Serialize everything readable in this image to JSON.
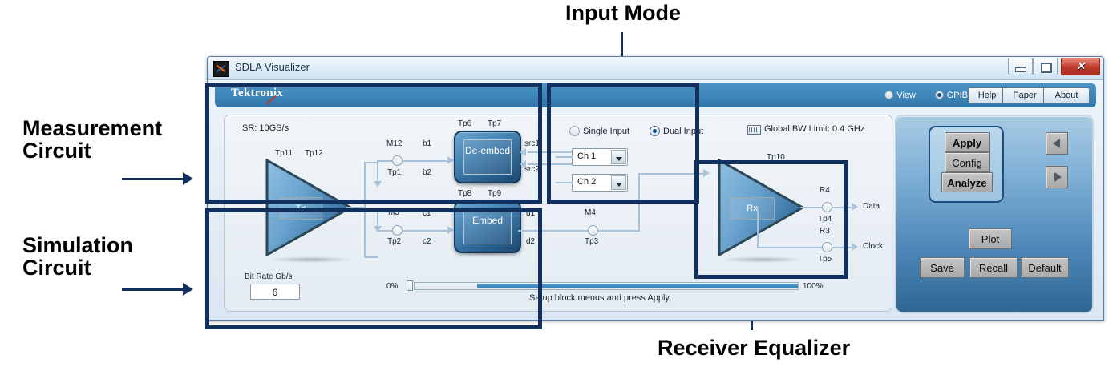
{
  "annotations": {
    "measurement": "Measurement\nCircuit",
    "simulation": "Simulation\nCircuit",
    "input_mode": "Input Mode",
    "receiver_equalizer": "Receiver Equalizer"
  },
  "window": {
    "title": "SDLA Visualizer",
    "icon": "matlab-icon",
    "minimize": "minimize-icon",
    "maximize": "maximize-icon",
    "close": "✕"
  },
  "header": {
    "logo": "Tektronix",
    "radios": [
      {
        "label": "View",
        "selected": false
      },
      {
        "label": "GPIB",
        "selected": true
      }
    ],
    "buttons": [
      "Help",
      "Paper",
      "About"
    ]
  },
  "diagram": {
    "sample_rate": "SR: 10GS/s",
    "tx": {
      "caption": "Tx",
      "tp_left": "Tp11",
      "tp_right": "Tp12"
    },
    "measurement_path": {
      "mux": "M12",
      "tp": "Tp1",
      "bus_top": "b1",
      "bus_bottom": "b2",
      "block": "De-embed",
      "block_tp_left": "Tp6",
      "block_tp_right": "Tp7",
      "src_top": "src1",
      "src_bottom": "src2"
    },
    "simulation_path": {
      "mux": "M3",
      "tp": "Tp2",
      "bus_top": "c1",
      "bus_bottom": "c2",
      "block": "Embed",
      "block_tp_left": "Tp8",
      "block_tp_right": "Tp9",
      "out_top": "d1",
      "out_bottom": "d2",
      "mux2": "M4",
      "mux2_tp": "Tp3"
    },
    "receiver": {
      "caption": "Rx",
      "tp_top": "Tp10",
      "data_r": "R4",
      "data_tp": "Tp4",
      "data_label": "Data",
      "clock_r": "R3",
      "clock_tp": "Tp5",
      "clock_label": "Clock"
    },
    "input_mode": {
      "radios": [
        {
          "label": "Single Input",
          "selected": false
        },
        {
          "label": "Dual Input",
          "selected": true
        }
      ],
      "channels": [
        "Ch 1",
        "Ch 2"
      ]
    },
    "bw_limit": {
      "icon": "bandwidth-icon",
      "label": "Global BW Limit: 0.4 GHz"
    },
    "bit_rate": {
      "label": "Bit Rate Gb/s",
      "value": "6"
    },
    "progress": {
      "min_label": "0%",
      "max_label": "100%",
      "percent": 0,
      "status": "Setup block menus and press Apply."
    }
  },
  "controls": {
    "apply": "Apply",
    "config": "Config",
    "analyze": "Analyze",
    "plot": "Plot",
    "save": "Save",
    "recall": "Recall",
    "default": "Default",
    "prev": "prev-arrow-icon",
    "next": "next-arrow-icon"
  },
  "colors": {
    "highlight": "#11305e",
    "tek_blue": "#3d85b8",
    "panel_blue": "#4a85b6",
    "wire": "#a8c2da"
  }
}
